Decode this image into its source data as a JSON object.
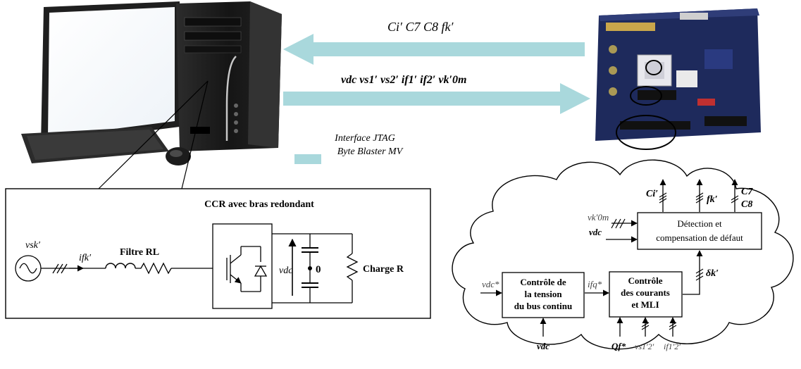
{
  "arrows": {
    "top_label": "Ci′  C7  C8  fk′",
    "bottom_label": "vdc  vs1′  vs2′  if1′  if2′  vk′0m"
  },
  "jtag": {
    "line1": "Interface JTAG",
    "line2": "Byte Blaster MV"
  },
  "circuit": {
    "converter_title": "CCR avec bras redondant",
    "source_label": "vsk′",
    "current_label": "ifk′",
    "filter_label": "Filtre RL",
    "dc_voltage_label": "vdc",
    "midpoint_label": "0",
    "load_label": "Charge R"
  },
  "control": {
    "block_voltage": [
      "Contrôle de",
      "la tension",
      "du bus continu"
    ],
    "block_current": [
      "Contrôle",
      "des courants",
      "et MLI"
    ],
    "block_detect": [
      "Détection et",
      "compensation de défaut"
    ],
    "input_vdc_ref": "vdc*",
    "input_vk0m": "vk′0m",
    "input_vdc": "vdc",
    "ifq_ref": "ifq*",
    "input_vdc_bottom": "vdc",
    "input_qf": "Qf*",
    "input_vs": "vs1′2′",
    "input_if": "if1′2′",
    "delta_label": "δk′",
    "out_ci": "Ci′",
    "out_fk": "fk′",
    "out_c7": "C7",
    "out_c8": "C8"
  },
  "colors": {
    "arrow_fill": "#a9d8dc",
    "board_pcb": "#1e2a5c",
    "computer_body": "#1b1b1b"
  }
}
